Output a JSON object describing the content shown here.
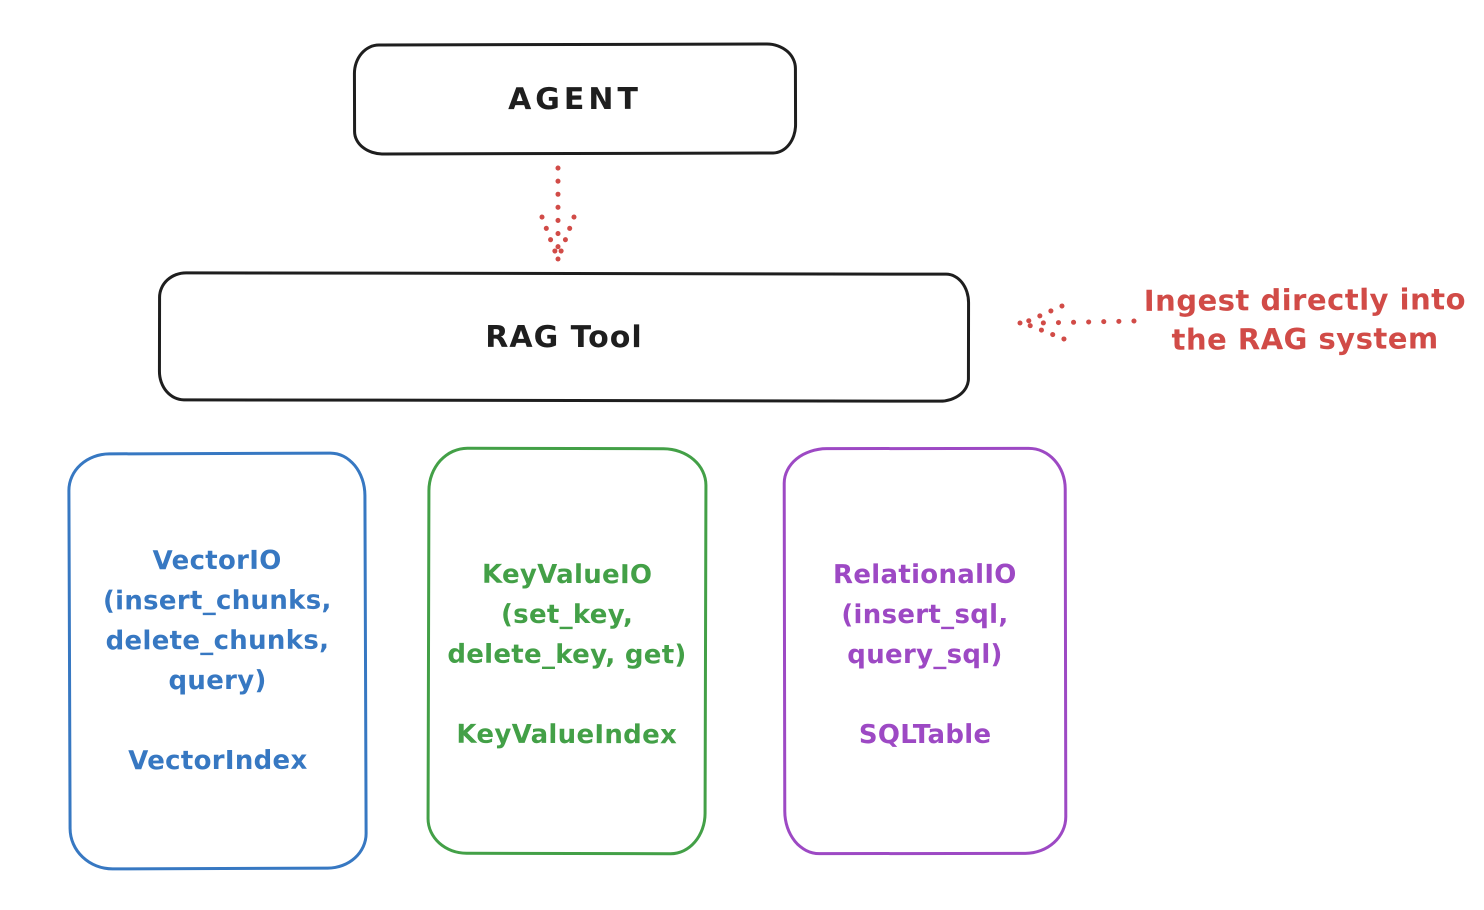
{
  "agent": {
    "label": "AGENT"
  },
  "rag_tool": {
    "label": "RAG Tool"
  },
  "annotation": {
    "line1": "Ingest directly into",
    "line2": "the RAG system"
  },
  "arrows": [
    {
      "name": "agent-to-rag-tool",
      "style": "dotted",
      "direction": "down"
    },
    {
      "name": "ingest-into-rag",
      "style": "dotted",
      "direction": "left"
    }
  ],
  "colors": {
    "ink_black": "#1e1e1e",
    "annotation_red": "#d14b47",
    "vector_blue": "#3778c2",
    "keyvalue_green": "#43a047",
    "relational_purple": "#9d49c4",
    "background": "#ffffff"
  },
  "boxes": [
    {
      "name": "vector-io",
      "title": "VectorIO",
      "methods": [
        "(insert_chunks,",
        "delete_chunks,",
        "query)"
      ],
      "index": "VectorIndex"
    },
    {
      "name": "keyvalue-io",
      "title": "KeyValueIO",
      "methods": [
        "(set_key,",
        "delete_key, get)"
      ],
      "index": "KeyValueIndex"
    },
    {
      "name": "relational-io",
      "title": "RelationalIO",
      "methods": [
        "(insert_sql,",
        "query_sql)"
      ],
      "index": "SQLTable"
    }
  ]
}
